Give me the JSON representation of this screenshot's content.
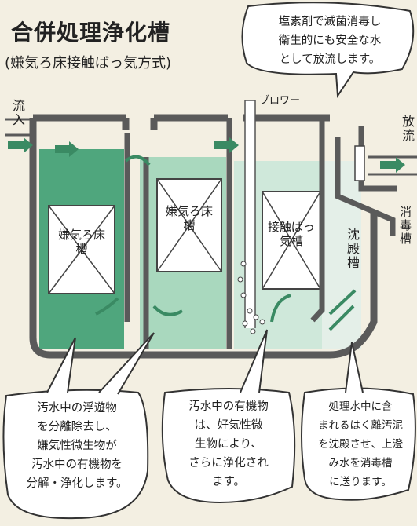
{
  "title": "合併処理浄化槽",
  "subtitle": "(嫌気ろ床接触ばっ気方式)",
  "labels": {
    "inflow": "流入",
    "outflow": "放流",
    "blower": "ブロワー",
    "anaerobic1": "嫌気ろ床槽",
    "anaerobic2": "嫌気ろ床槽",
    "aeration": "接触ばっ気槽",
    "sedimentation": "沈殿槽",
    "disinfection": "消毒槽"
  },
  "bubbles": {
    "top_right": [
      "塩素剤で滅菌消毒し",
      "衛生的にも安全な水",
      "として放流します。"
    ],
    "bottom_left": [
      "汚水中の浮遊物",
      "を分離除去し、",
      "嫌気性微生物が",
      "汚水中の有機物を",
      "分解・浄化します。"
    ],
    "bottom_middle": [
      "汚水中の有機物",
      "は、好気性微",
      "生物により、",
      "さらに浄化され",
      "ます。"
    ],
    "bottom_right": [
      "処理水中に含",
      "まれるはく離汚泥",
      "を沈殿させ、上澄",
      "み水を消毒槽",
      "に送ります。"
    ]
  },
  "colors": {
    "water_dark": "#4fa67d",
    "water_light": "#a9d8be",
    "water_pale": "#d6ece0",
    "wall": "#5a5a5a",
    "arrow": "#3a8a63"
  }
}
